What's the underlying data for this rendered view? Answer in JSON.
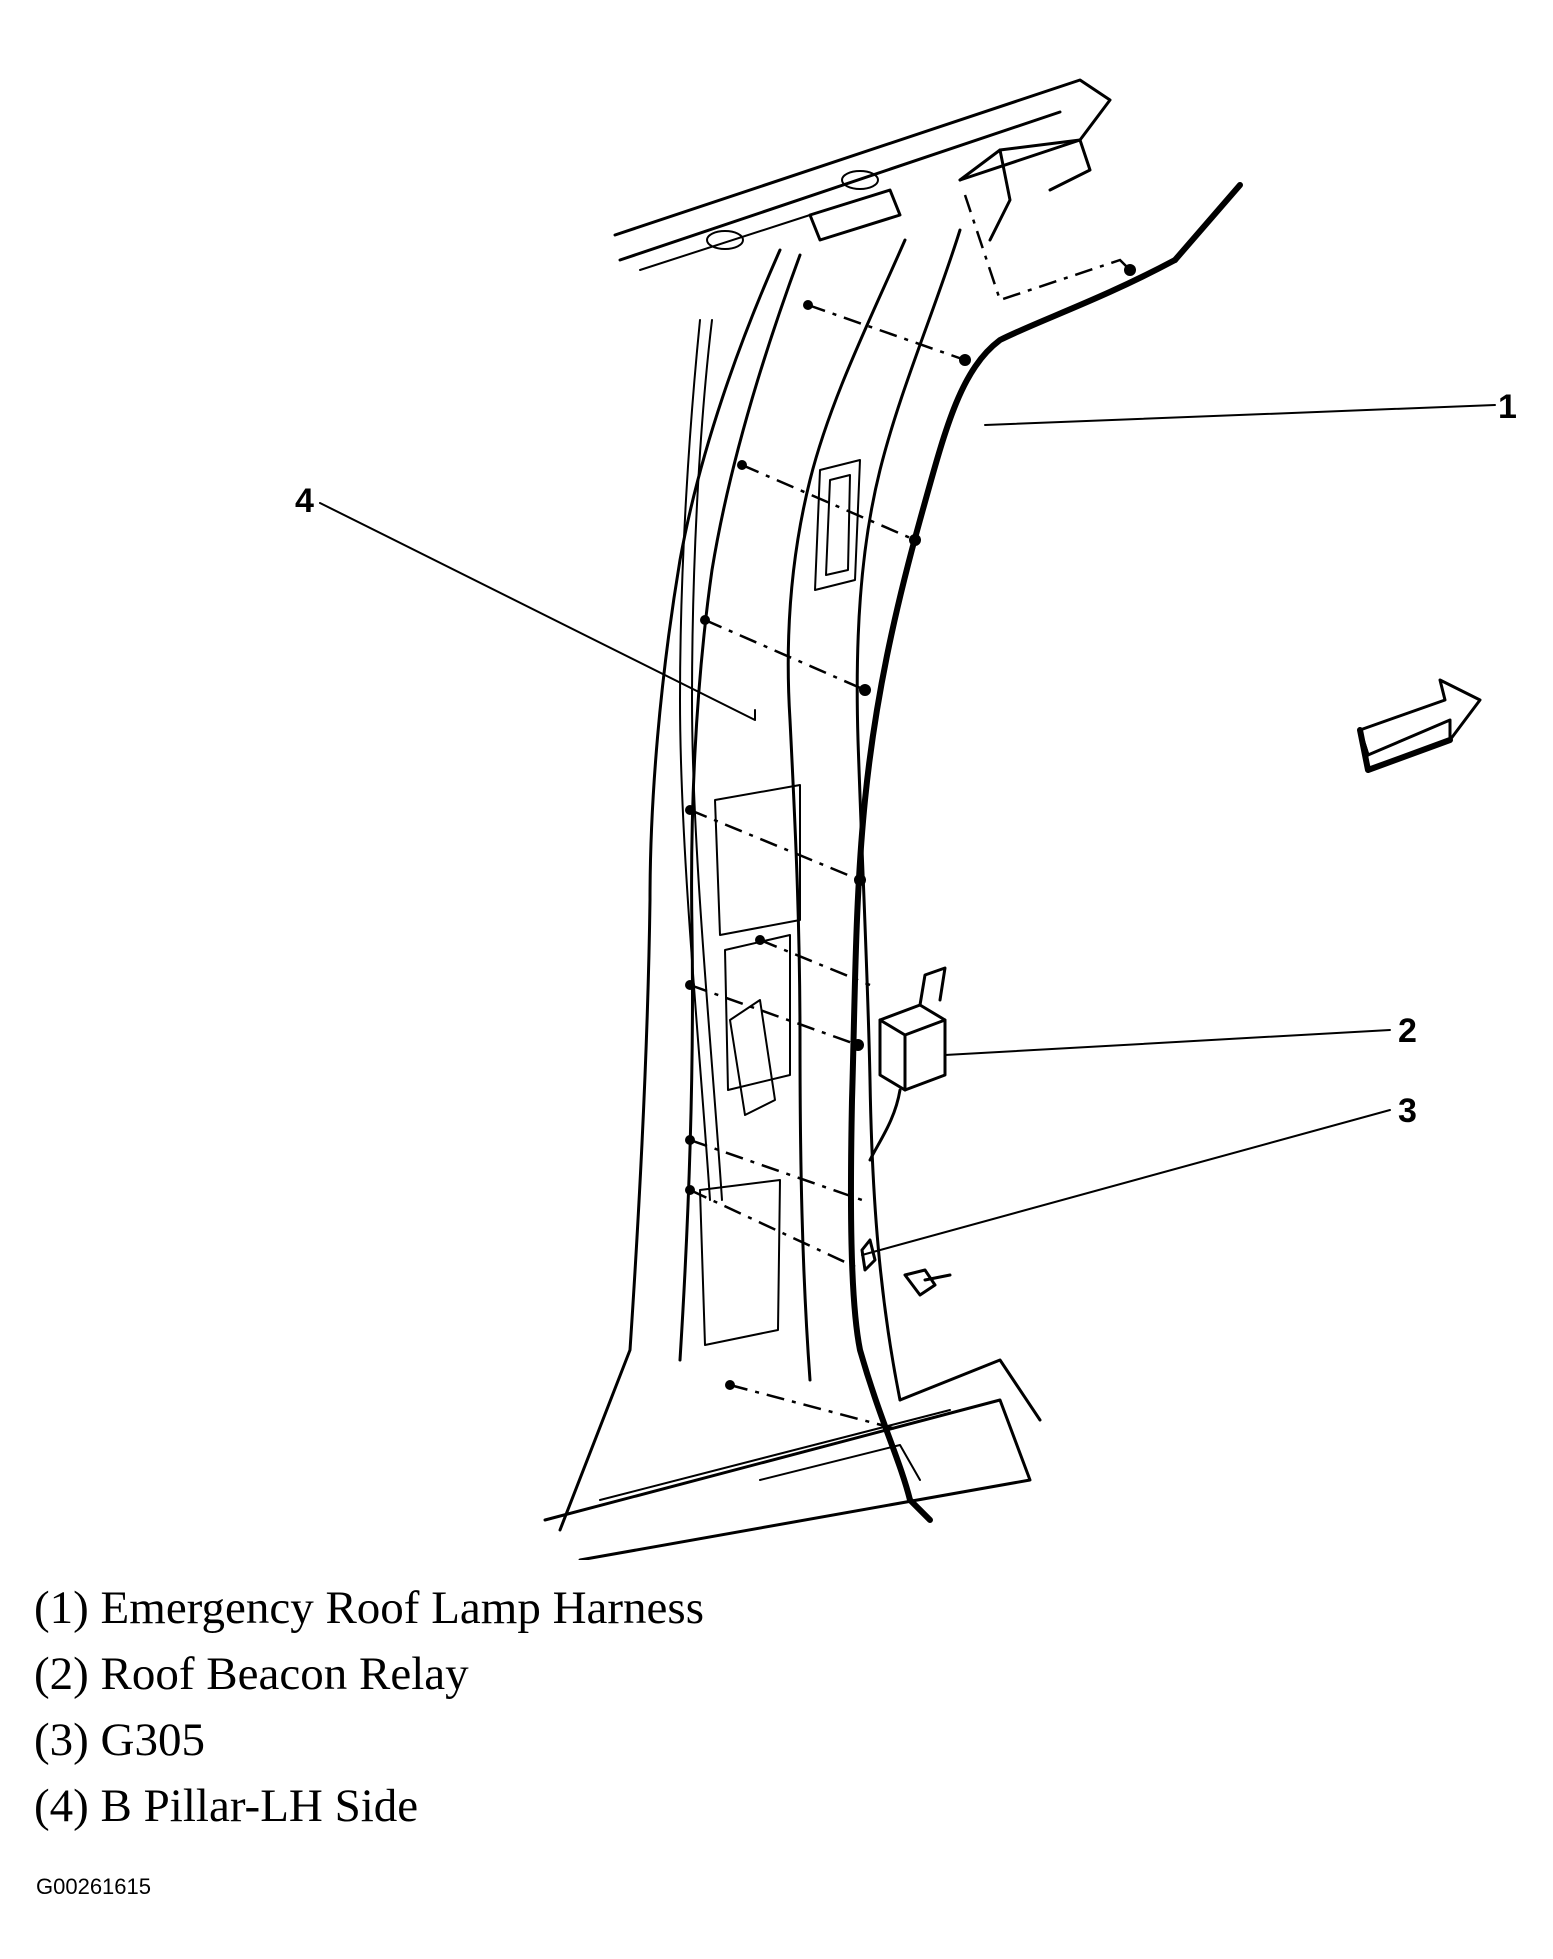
{
  "callouts": [
    {
      "number": "1"
    },
    {
      "number": "2"
    },
    {
      "number": "3"
    },
    {
      "number": "4"
    }
  ],
  "legend": [
    {
      "text": "(1) Emergency Roof Lamp Harness"
    },
    {
      "text": "(2) Roof Beacon Relay"
    },
    {
      "text": "(3) G305"
    },
    {
      "text": "(4) B Pillar-LH Side"
    }
  ],
  "figure_id": "G00261615",
  "icons": [
    "front-direction-arrow-icon"
  ]
}
